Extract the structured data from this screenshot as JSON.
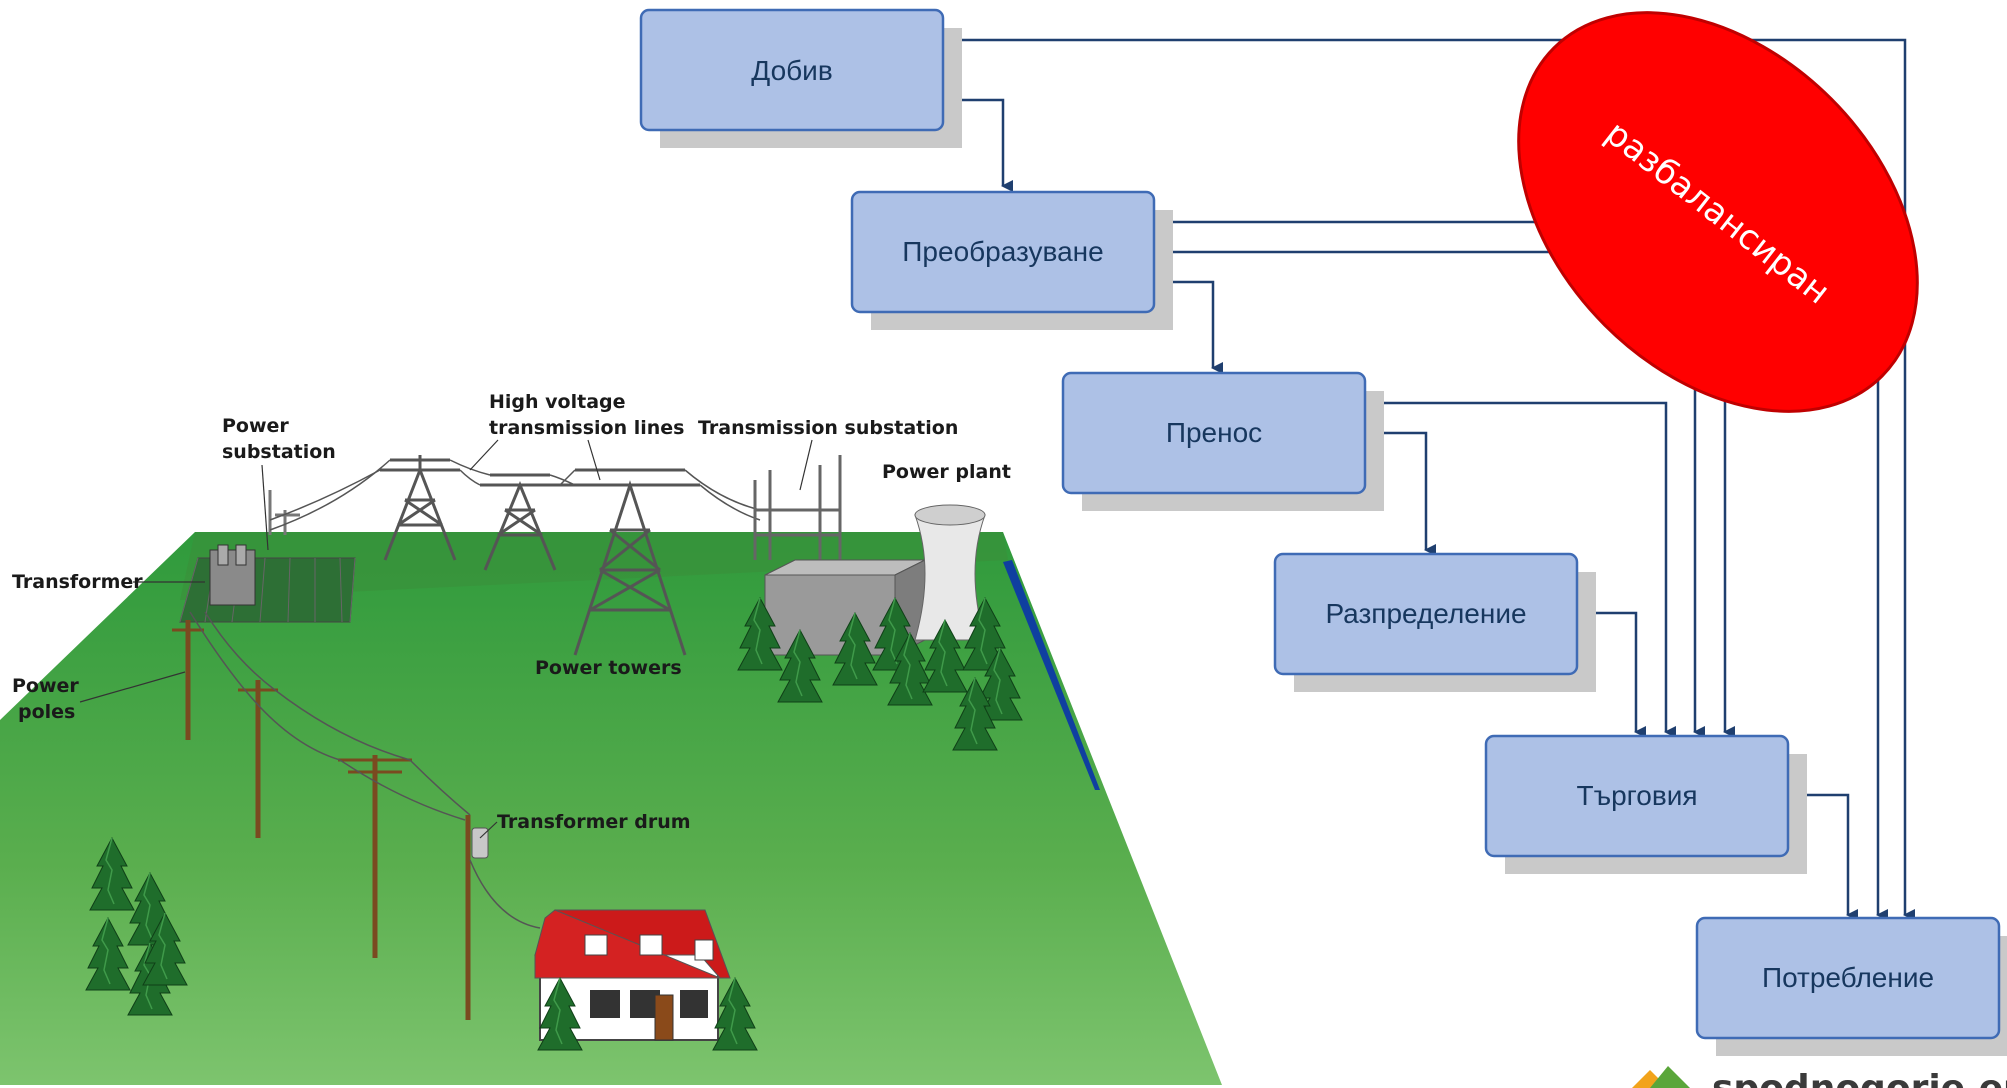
{
  "illustration": {
    "labels": {
      "power_substation": [
        "Power",
        "substation"
      ],
      "hv_lines": [
        "High voltage",
        "transmission lines"
      ],
      "transmission_substation": "Transmission substation",
      "power_plant": "Power plant",
      "transformer": "Transformer",
      "power_towers": "Power towers",
      "power_poles": [
        "Power",
        "poles"
      ],
      "transformer_drum": "Transformer drum"
    }
  },
  "flow": {
    "stages": [
      {
        "id": "dobiv",
        "label": "Добив"
      },
      {
        "id": "preobrazuvane",
        "label": "Преобразуване"
      },
      {
        "id": "prenos",
        "label": "Пренос"
      },
      {
        "id": "razpredelenie",
        "label": "Разпределение"
      },
      {
        "id": "targoviya",
        "label": "Търговия"
      },
      {
        "id": "potreblenie",
        "label": "Потребление"
      }
    ],
    "unbalanced_label": "разбалансиран",
    "colors": {
      "box_fill": "#adc1e6",
      "box_border": "#3f6bb5",
      "shadow": "#c9c9c9",
      "connector": "#1f3f6f",
      "ellipse": "#ff0000"
    }
  },
  "brand": {
    "text": "spodnogorie.eu"
  }
}
